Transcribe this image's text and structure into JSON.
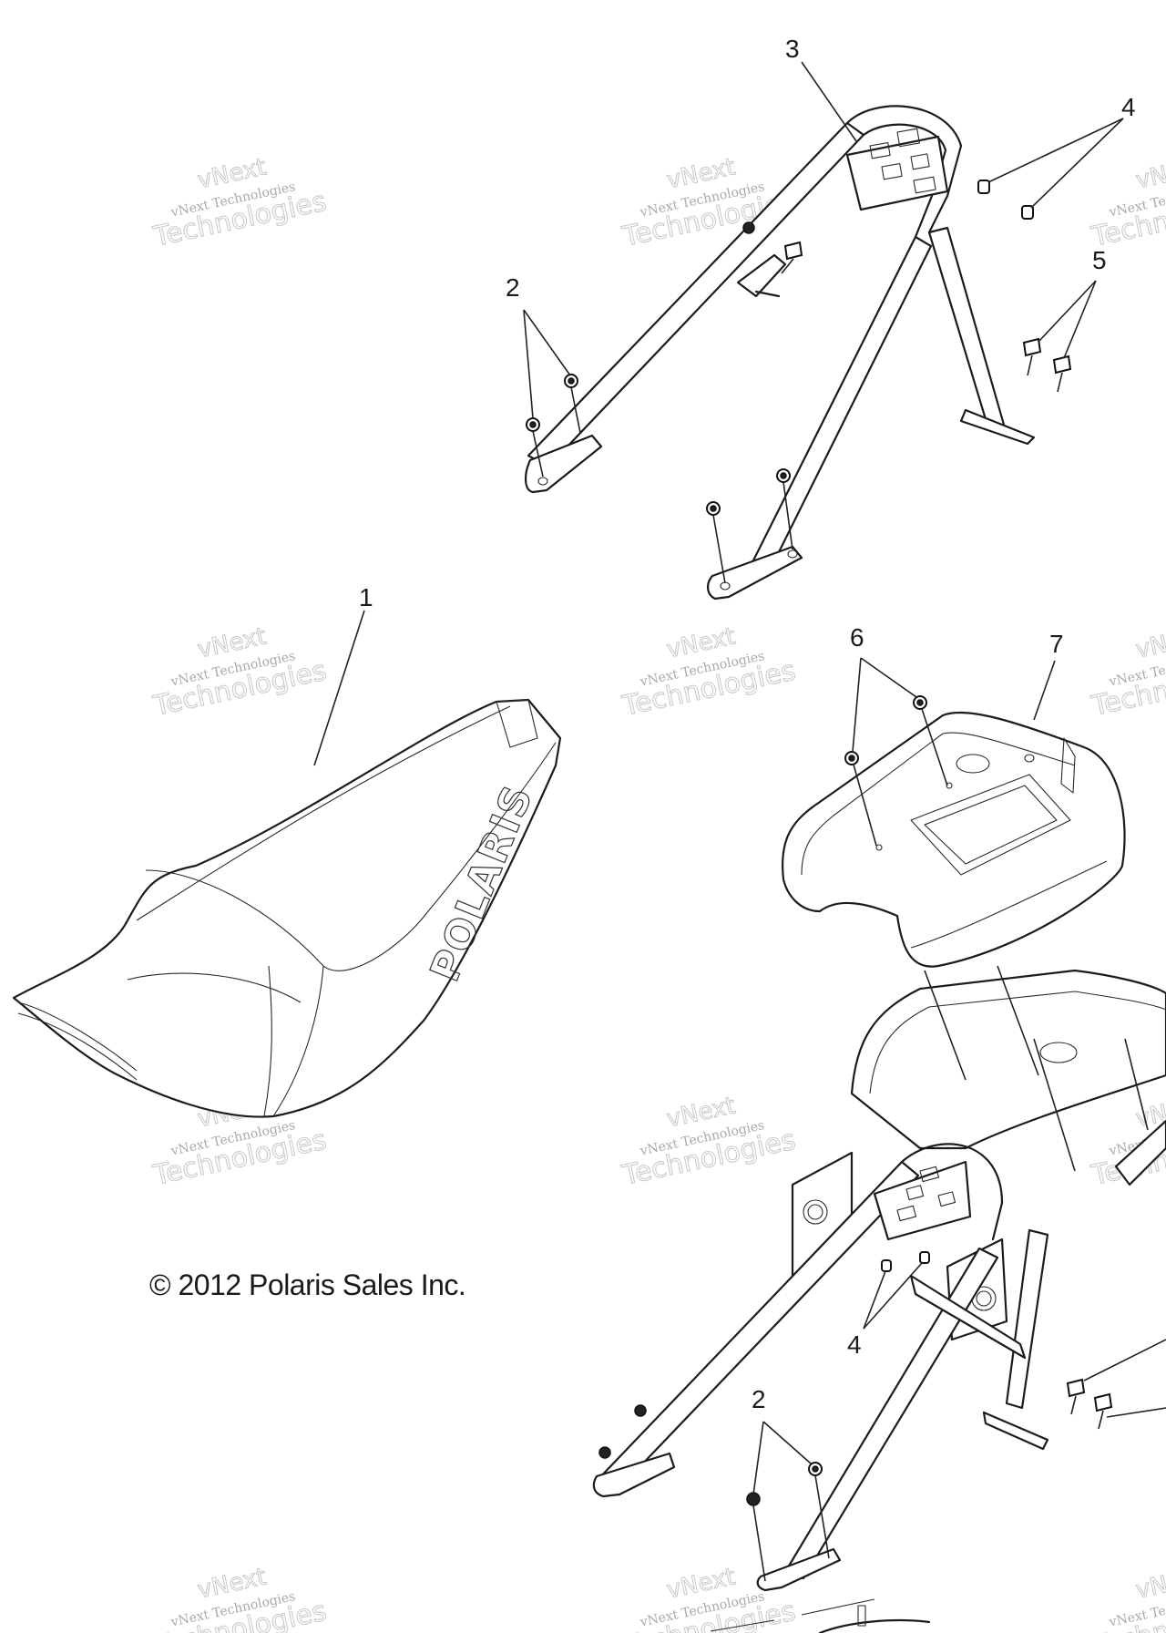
{
  "diagram": {
    "callouts": [
      {
        "id": "c3",
        "label": "3"
      },
      {
        "id": "c4a",
        "label": "4"
      },
      {
        "id": "c5",
        "label": "5"
      },
      {
        "id": "c2a",
        "label": "2"
      },
      {
        "id": "c1",
        "label": "1"
      },
      {
        "id": "c6",
        "label": "6"
      },
      {
        "id": "c7",
        "label": "7"
      },
      {
        "id": "c4b",
        "label": "4"
      },
      {
        "id": "c2b",
        "label": "2"
      }
    ],
    "seat_logo": "POLARIS",
    "copyright": "© 2012 Polaris Sales Inc."
  },
  "watermark": {
    "brand": "vNext",
    "small": "vNext Technologies",
    "big": "Technologies"
  },
  "colors": {
    "ink": "#1c1c1c",
    "watermark": "#c8c8c8",
    "background": "#ffffff"
  }
}
